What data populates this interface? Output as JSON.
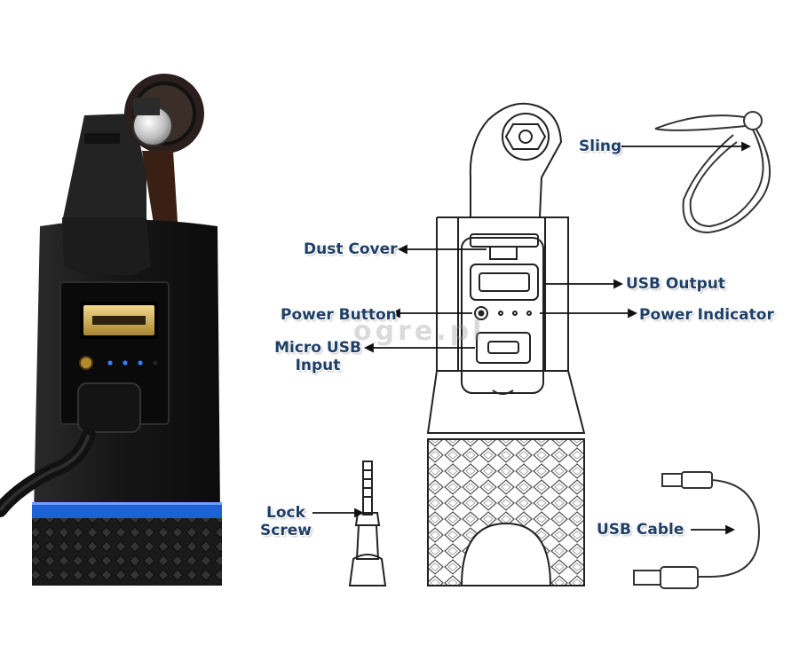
{
  "labels": {
    "sling": "Sling",
    "dust_cover": "Dust Cover",
    "usb_output": "USB Output",
    "power_button": "Power Button",
    "power_indicator": "Power Indicator",
    "micro_usb_line1": "Micro USB",
    "micro_usb_line2": "Input",
    "lock_line1": "Lock",
    "lock_line2": "Screw",
    "usb_cable": "USB Cable"
  },
  "watermark": "ogre.pl",
  "colors": {
    "label_text": "#1f3f66",
    "grip_blue_ring": "#1f5fd8",
    "led_blue": "#3a7bff",
    "usb_gold": "#c9a64a",
    "body_black": "#1b1b1b"
  }
}
